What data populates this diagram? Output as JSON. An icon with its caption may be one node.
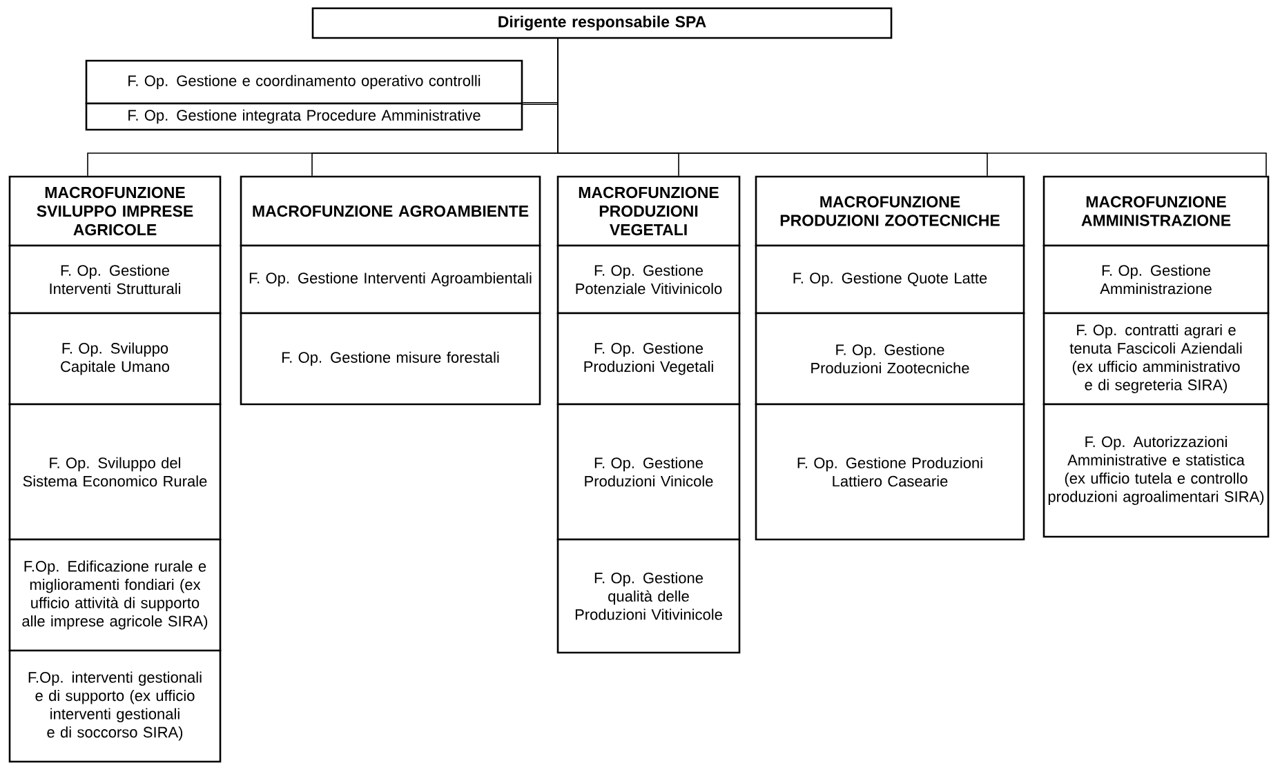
{
  "diagram": {
    "nodes": [
      {
        "text": [
          "Dirigente responsabile SPA"
        ]
      },
      {
        "text": [
          "F. Op. Gestione e coordinamento operativo controlli"
        ]
      },
      {
        "text": [
          "F. Op. Gestione integrata Procedure Amministrative"
        ]
      },
      {
        "text": [
          "MACROFUNZIONE SVILUPPO IMPRESE AGRICOLE"
        ]
      },
      {
        "text": [
          "F. Op. Gestione Interventi Strutturali"
        ]
      },
      {
        "text": [
          "F. Op. Sviluppo Capitale Umano"
        ]
      },
      {
        "text": [
          "F. Op. Sviluppo del Sistema Economico Rurale"
        ]
      },
      {
        "text": [
          "F.Op. Edificazione rurale e miglioramenti fondiari (ex ufficio attività di supporto alle imprese agricole SIRA)"
        ]
      },
      {
        "text": [
          "F.Op. interventi gestionali e di supporto (ex ufficio interventi gestionali e di soccorso SIRA)"
        ]
      },
      {
        "text": [
          "MACROFUNZIONE AGROAMBIENTE"
        ]
      },
      {
        "text": [
          "F. Op. Gestione Interventi Agroambientali"
        ]
      },
      {
        "text": [
          "F. Op. Gestione misure forestali"
        ]
      },
      {
        "text": [
          "MACROFUNZIONE PRODUZIONI VEGETALI"
        ]
      },
      {
        "text": [
          "F. Op. Gestione Potenziale Vitivinicolo"
        ]
      },
      {
        "text": [
          "F. Op. Gestione Produzioni Vegetali"
        ]
      },
      {
        "text": [
          "F. Op. Gestione Produzioni Vinicole"
        ]
      },
      {
        "text": [
          "F. Op. Gestione qualità delle Produzioni Vitivinicole"
        ]
      },
      {
        "text": [
          "MACROFUNZIONE PRODUZIONI ZOOTECNICHE"
        ]
      },
      {
        "text": [
          "F. Op. Gestione Quote Latte"
        ]
      },
      {
        "text": [
          "F. Op. Gestione Produzioni Zootecniche"
        ]
      },
      {
        "text": [
          "F. Op. Gestione Produzioni Lattiero Casearie"
        ]
      },
      {
        "text": [
          "MACROFUNZIONE AMMINISTRAZIONE"
        ]
      },
      {
        "text": [
          "F. Op. Gestione Amministrazione"
        ]
      },
      {
        "text": [
          "F. Op. contratti agrari e tenuta Fascicoli Aziendali (ex ufficio amministrativo e di segreteria SIRA)"
        ]
      },
      {
        "text": [
          "F. Op. Autorizzazioni Amministrative e statistica (ex ufficio tutela e controllo produzioni agroalimentari SIRA)"
        ]
      }
    ],
    "edges": [
      {
        "from": 0,
        "to": 1,
        "arrow": "none"
      },
      {
        "from": 0,
        "to": 2,
        "arrow": "none"
      },
      {
        "from": 0,
        "to": 3,
        "arrow": "none"
      },
      {
        "from": 0,
        "to": 9,
        "arrow": "none"
      },
      {
        "from": 0,
        "to": 12,
        "arrow": "none"
      },
      {
        "from": 0,
        "to": 17,
        "arrow": "none"
      },
      {
        "from": 0,
        "to": 21,
        "arrow": "none"
      }
    ]
  }
}
